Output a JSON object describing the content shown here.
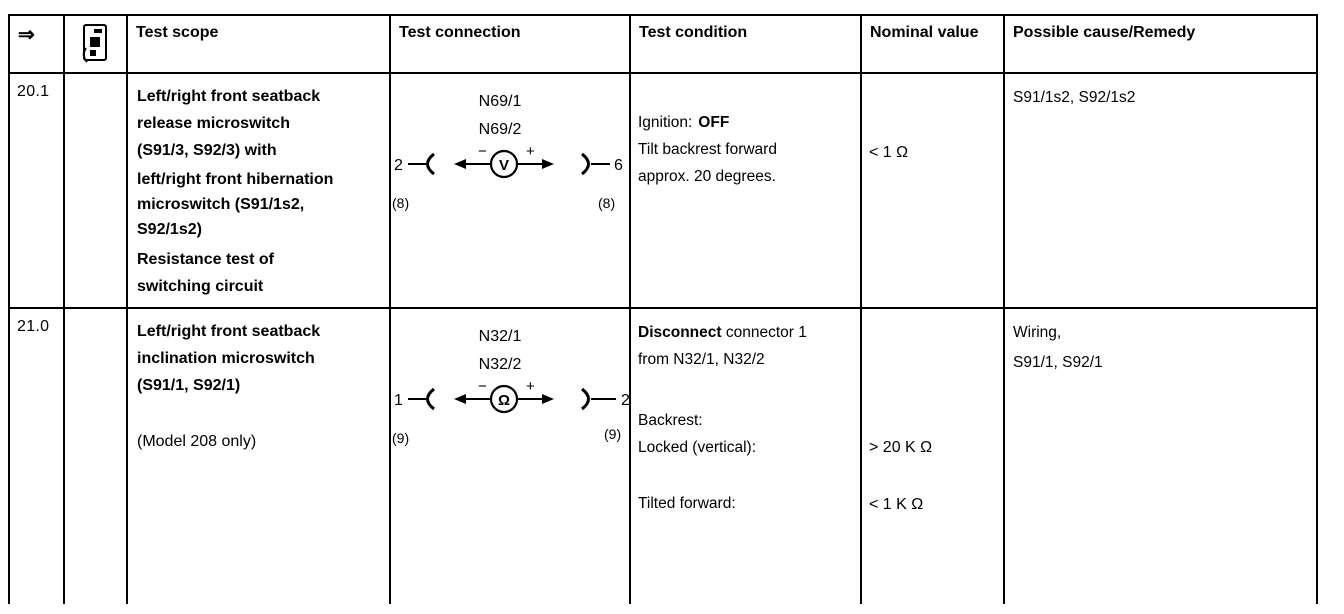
{
  "header": {
    "arrow": "⇒",
    "test_scope": "Test scope",
    "test_connection": "Test connection",
    "test_condition": "Test condition",
    "nominal_value": "Nominal value",
    "possible_cause": "Possible cause/Remedy"
  },
  "row1": {
    "step": "20.1",
    "scope_p1": "Left/right front seatback\nrelease microswitch\n(S91/3, S92/3) with",
    "scope_p2": "left/right front hibernation\nmicroswitch (S91/1s2,\nS92/1s2)",
    "scope_p3": "Resistance test of\nswitching circuit",
    "conn": {
      "label1": "N69/1",
      "label2": "N69/2",
      "pin_left": "2",
      "pin_right": "6",
      "note_left": "(8)",
      "note_right": "(8)",
      "meter": "V",
      "minus": "−",
      "plus": "+"
    },
    "cond_prefix": "Ignition:",
    "cond_bold": "OFF",
    "cond_rest": "Tilt backrest forward\napprox. 20 degrees.",
    "nominal": "< 1  Ω",
    "cause": "S91/1s2, S92/1s2"
  },
  "row2": {
    "step": "21.0",
    "scope_p1": "Left/right front seatback\ninclination microswitch\n(S91/1, S92/1)",
    "scope_note": "(Model 208 only)",
    "conn": {
      "label1": "N32/1",
      "label2": "N32/2",
      "pin_left": "1",
      "pin_right": "2",
      "note_left": "(9)",
      "note_right": "(9)",
      "meter": "Ω",
      "minus": "−",
      "plus": "+"
    },
    "cond_bold": "Disconnect",
    "cond_after": " connector 1\nfrom N32/1, N32/2",
    "cond_backrest": "Backrest:",
    "cond_locked": "Locked (vertical):",
    "cond_tilted": "Tilted forward:",
    "nominal_locked": "> 20 K Ω",
    "nominal_tilted": "< 1 K Ω",
    "cause": "Wiring,\nS91/1, S92/1"
  }
}
